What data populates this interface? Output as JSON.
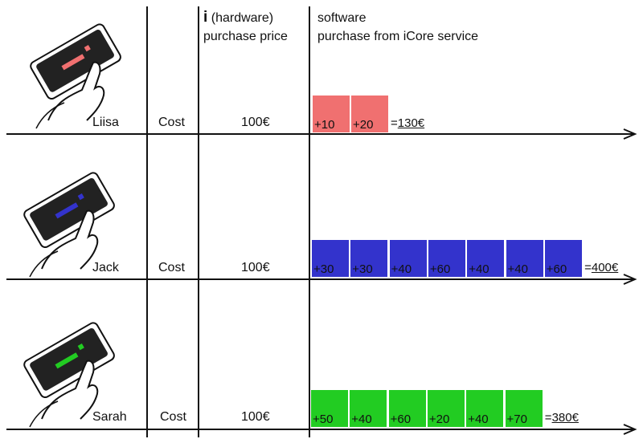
{
  "header": {
    "info_glyph": "i",
    "hardware_line1": "(hardware)",
    "hardware_line2": "purchase price",
    "software_line1": "software",
    "software_line2": "purchase from iCore service"
  },
  "rows": [
    {
      "name": "Liisa",
      "cost_label": "Cost",
      "price": "100€",
      "color": "#f07070",
      "blocks": [
        "+10",
        "+20"
      ],
      "total_prefix": "=",
      "total": "130€"
    },
    {
      "name": "Jack",
      "cost_label": "Cost",
      "price": "100€",
      "color": "#3333cc",
      "blocks": [
        "+30",
        "+30",
        "+40",
        "+60",
        "+40",
        "+40",
        "+60"
      ],
      "total_prefix": "=",
      "total": "400€"
    },
    {
      "name": "Sarah",
      "cost_label": "Cost",
      "price": "100€",
      "color": "#22cc22",
      "blocks": [
        "+50",
        "+40",
        "+60",
        "+20",
        "+40",
        "+70"
      ],
      "total_prefix": "=",
      "total": "380€"
    }
  ]
}
